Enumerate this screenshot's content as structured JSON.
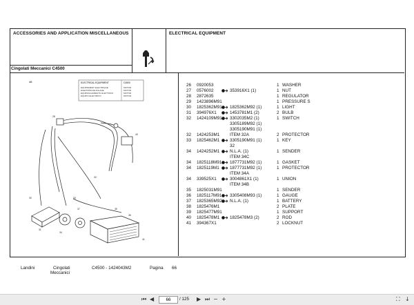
{
  "header": {
    "left_title": "ACCESSORIES AND APPLICATION MISCELLANEOUS",
    "right_title": "ELECTRICAL EQUIPMENT",
    "model": "Cingolati Meccanici C4500",
    "icon": "wrench-tool-icon"
  },
  "diagram_legend": {
    "label": "48",
    "title_left": "ELECTRICAL EQUIPMENT",
    "title_right": "C4500",
    "lines_left": [
      "EQUIPEMENT ELECTRIQUE",
      "ELEKTRISCHE ANLAGE",
      "EQUIPAGGIAMENTO ELETTRICO",
      "EQUIPO ELECTRICO"
    ],
    "lines_right": [
      "MOTOR",
      "MOTOR",
      "MOTOR",
      "MOTOR"
    ]
  },
  "parts": [
    {
      "num": "26",
      "part": "0920053",
      "sym": "",
      "alt": "",
      "qty": "1",
      "desc": "WASHER"
    },
    {
      "num": "27",
      "part": "0576002",
      "sym": "link",
      "alt": "353916X1  (1)",
      "qty": "1",
      "desc": "NUT"
    },
    {
      "num": "28",
      "part": "2872635",
      "sym": "",
      "alt": "",
      "qty": "1",
      "desc": "REGULATOR"
    },
    {
      "num": "29",
      "part": "1423896M91",
      "sym": "",
      "alt": "",
      "qty": "1",
      "desc": "PRESSURE S"
    },
    {
      "num": "30",
      "part": "1825362M91",
      "sym": "link",
      "alt": "1825362M92  (1)",
      "qty": "1",
      "desc": "LIGHT"
    },
    {
      "num": "31",
      "part": "394976X1",
      "sym": "link",
      "alt": "1453781M1  (2)",
      "qty": "2",
      "desc": "BULB"
    },
    {
      "num": "32",
      "part": "1424109M91",
      "sym": "link",
      "alt": "3302035M2  (1)",
      "qty": "1",
      "desc": "SWITCH"
    },
    {
      "num": "",
      "part": "",
      "sym": "",
      "alt": "3305189M92  (1)",
      "qty": "",
      "desc": ""
    },
    {
      "num": "",
      "part": "",
      "sym": "",
      "alt": "3305190M91  (1)",
      "qty": "",
      "desc": ""
    },
    {
      "num": "32",
      "part": "1424253M1",
      "sym": "",
      "alt": "ITEM 32A",
      "qty": "2",
      "desc": "PROTECTOR"
    },
    {
      "num": "33",
      "part": "1825462M1",
      "sym": "link",
      "alt": "3305190M91  (1)",
      "qty": "1",
      "desc": "KEY"
    },
    {
      "num": "",
      "part": "",
      "sym": "",
      "alt": "32",
      "qty": "",
      "desc": ""
    },
    {
      "num": "34",
      "part": "1424252M1",
      "sym": "link",
      "alt": "N.L.A.  (1)",
      "qty": "1",
      "desc": "SENDER"
    },
    {
      "num": "",
      "part": "",
      "sym": "",
      "alt": "ITEM 34C",
      "qty": "",
      "desc": ""
    },
    {
      "num": "34",
      "part": "1825118M91",
      "sym": "link",
      "alt": "1877731M92  (1)",
      "qty": "1",
      "desc": "GASKET"
    },
    {
      "num": "34",
      "part": "1825119M1",
      "sym": "link",
      "alt": "1877731M92  (1)",
      "qty": "1",
      "desc": "PROTECTOR"
    },
    {
      "num": "",
      "part": "",
      "sym": "",
      "alt": "ITEM 34A",
      "qty": "",
      "desc": ""
    },
    {
      "num": "34",
      "part": "339525X1",
      "sym": "link",
      "alt": "3004861X1  (1)",
      "qty": "1",
      "desc": "UNION"
    },
    {
      "num": "",
      "part": "",
      "sym": "",
      "alt": "ITEM 34B",
      "qty": "",
      "desc": ""
    },
    {
      "num": "35",
      "part": "1825031M91",
      "sym": "",
      "alt": "",
      "qty": "1",
      "desc": "SENDER"
    },
    {
      "num": "36",
      "part": "1825117M91",
      "sym": "link",
      "alt": "3305408M93  (1)",
      "qty": "1",
      "desc": "GAUGE"
    },
    {
      "num": "37",
      "part": "1825365M92",
      "sym": "link",
      "alt": "N.L.A.  (1)",
      "qty": "1",
      "desc": "BATTERY"
    },
    {
      "num": "38",
      "part": "1825476M1",
      "sym": "",
      "alt": "",
      "qty": "2",
      "desc": "PLATE"
    },
    {
      "num": "39",
      "part": "1825477M91",
      "sym": "",
      "alt": "",
      "qty": "1",
      "desc": "SUPPORT"
    },
    {
      "num": "40",
      "part": "1825478M1",
      "sym": "link",
      "alt": "1825478M3  (2)",
      "qty": "2",
      "desc": "ROD"
    },
    {
      "num": "41",
      "part": "394367X1",
      "sym": "",
      "alt": "",
      "qty": "2",
      "desc": "LOCKNUT"
    }
  ],
  "footer": {
    "brand": "Landini",
    "series_line1": "Cingolati",
    "series_line2": "Meccanici",
    "model_code": "C4500 - 1424043M2",
    "page_label": "Pagina",
    "page_number": "66"
  },
  "viewer": {
    "first_icon": "first-page-icon",
    "prev_icon": "prev-page-icon",
    "page_value": "66",
    "total": "/ 125",
    "next_icon": "next-page-icon",
    "last_icon": "last-page-icon",
    "zoom_in_icon": "zoom-in-icon",
    "zoom_out_icon": "zoom-out-icon",
    "fit_icon": "fit-page-icon",
    "download_icon": "download-icon"
  }
}
